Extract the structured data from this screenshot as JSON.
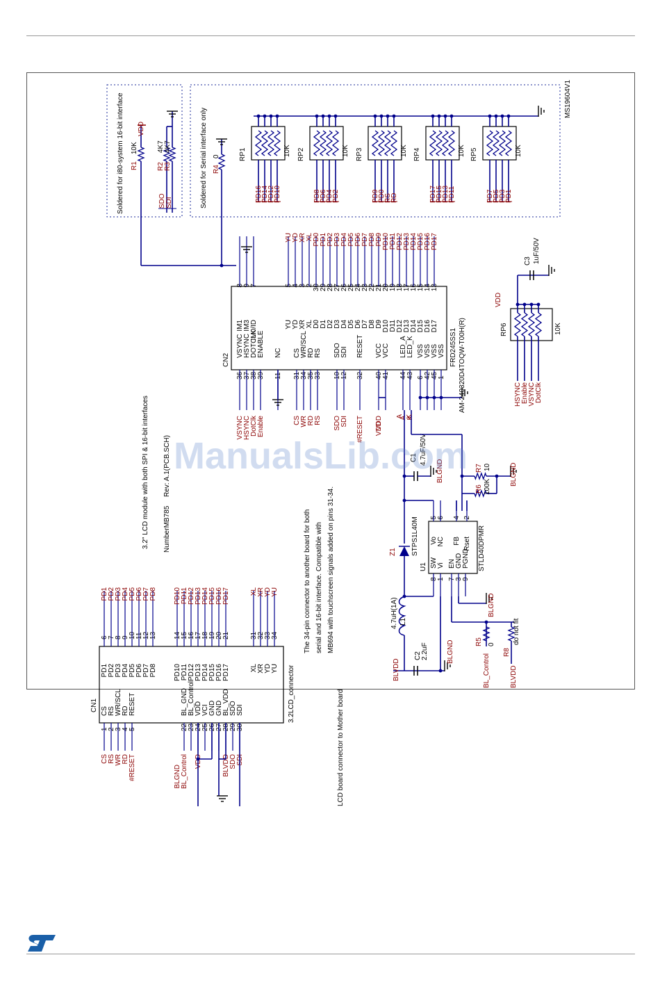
{
  "watermark": "ManualsLib.com",
  "title": "3.2\" LCD module with both SPI & 16-bit interfaces",
  "number": "NumberMB785",
  "rev": "Rev: A.1(PCB.SCH)",
  "ref_id": "MS19604V1",
  "note_i80": "Soldered for i80-system 16-bit interface",
  "note_serial": "Soldered for Serial interface only",
  "note_34pin": [
    "The 34-pin connector to another board for both",
    "serial and 16-bit interface.  Compatible with",
    "MB694 with touchscreen signals added on pins 31-34."
  ],
  "note_lcd_board": "LCD board connector to Mother board",
  "cn1": {
    "ref": "CN1",
    "name": "3.2LCD_connector",
    "left_pins": [
      [
        "CS",
        "1",
        "CS"
      ],
      [
        "RS",
        "2",
        "RS"
      ],
      [
        "WR",
        "3",
        "WR/SCL"
      ],
      [
        "RD",
        "4",
        "RD"
      ],
      [
        "#RESET",
        "5",
        "RESET"
      ],
      [
        "BL_Control",
        "22",
        "BL_GND"
      ],
      [
        "",
        "23",
        "BL_Control"
      ],
      [
        "VDD",
        "24",
        "VDD"
      ],
      [
        "",
        "25",
        "VCI"
      ],
      [
        "",
        "26",
        "GND"
      ],
      [
        "",
        "27",
        "GND"
      ],
      [
        "BLVDD",
        "28",
        "BL_VDD"
      ],
      [
        "SDO",
        "29",
        "SDO"
      ],
      [
        "SDI",
        "30",
        "SDI"
      ]
    ],
    "right_pins": [
      [
        "PD1",
        "6"
      ],
      [
        "PD2",
        "7"
      ],
      [
        "PD3",
        "8"
      ],
      [
        "PD4",
        "9"
      ],
      [
        "PD5",
        "10"
      ],
      [
        "PD6",
        "11"
      ],
      [
        "PD7",
        "12"
      ],
      [
        "PD8",
        "13"
      ],
      [
        "PD10",
        "14"
      ],
      [
        "PD11",
        "15"
      ],
      [
        "PD12",
        "16"
      ],
      [
        "PD13",
        "17"
      ],
      [
        "PD14",
        "18"
      ],
      [
        "PD15",
        "19"
      ],
      [
        "PD16",
        "20"
      ],
      [
        "PD17",
        "21"
      ],
      [
        "XL",
        "31"
      ],
      [
        "XR",
        "32"
      ],
      [
        "YD",
        "33"
      ],
      [
        "YU",
        "34"
      ]
    ],
    "blgnd": "BLGND"
  },
  "cn2": {
    "ref": "CN2",
    "part1": "FRD245SS1",
    "part2": "AM-240320D4TOQW-T00H(R)",
    "left_pins": [
      [
        "VSYNC",
        "36",
        "VSYNC"
      ],
      [
        "HSYNC",
        "37",
        "HSYNC"
      ],
      [
        "DotClk",
        "38",
        "DOTCLK"
      ],
      [
        "Enable",
        "39",
        "ENABLE"
      ],
      [
        "",
        "11",
        "NC"
      ],
      [
        "CS",
        "31",
        "CS"
      ],
      [
        "WR",
        "34",
        "WR/SCL"
      ],
      [
        "RD",
        "35",
        "RD"
      ],
      [
        "RS",
        "33",
        "RS"
      ],
      [
        "SDO",
        "10",
        "SDO"
      ],
      [
        "SDI",
        "12",
        "SDI"
      ],
      [
        "#RESET",
        "32",
        "RESET"
      ],
      [
        "VDD",
        "40",
        "VCC"
      ],
      [
        "",
        "41",
        "VCC"
      ],
      [
        "A",
        "44",
        "LED_A"
      ],
      [
        "K",
        "43",
        "LED_K"
      ],
      [
        "",
        "6",
        "VSS"
      ],
      [
        "",
        "42",
        "VSS"
      ],
      [
        "",
        "45",
        "VSS"
      ],
      [
        "",
        "1",
        "VSS"
      ]
    ],
    "right_pins": [
      [
        "",
        "8",
        "IM1"
      ],
      [
        "",
        "9",
        "IM3"
      ],
      [
        "",
        "7",
        "IM0/ID"
      ],
      [
        "YU",
        "5",
        "YU"
      ],
      [
        "YD",
        "4",
        "YD"
      ],
      [
        "XR",
        "3",
        "XR"
      ],
      [
        "XL",
        "2",
        "XL"
      ],
      [
        "PD0",
        "30",
        "D0"
      ],
      [
        "PD1",
        "29",
        "D1"
      ],
      [
        "PD2",
        "28",
        "D2"
      ],
      [
        "PD3",
        "27",
        "D3"
      ],
      [
        "PD4",
        "26",
        "D4"
      ],
      [
        "PD5",
        "25",
        "D5"
      ],
      [
        "PD6",
        "24",
        "D6"
      ],
      [
        "PD7",
        "23",
        "D7"
      ],
      [
        "PD8",
        "22",
        "D8"
      ],
      [
        "PD9",
        "21",
        "D9"
      ],
      [
        "PD10",
        "20",
        "D10"
      ],
      [
        "PD11",
        "19",
        "D11"
      ],
      [
        "PD12",
        "18",
        "D12"
      ],
      [
        "PD13",
        "17",
        "D13"
      ],
      [
        "PD14",
        "16",
        "D14"
      ],
      [
        "PD15",
        "15",
        "D15"
      ],
      [
        "PD16",
        "14",
        "D16"
      ],
      [
        "PD17",
        "13",
        "D17"
      ]
    ]
  },
  "rpacks": [
    {
      "ref": "RP1",
      "val": "10K",
      "nets": [
        "PD16",
        "PD14",
        "PD12",
        "PD10"
      ]
    },
    {
      "ref": "RP2",
      "val": "10K",
      "nets": [
        "PD8",
        "PD6",
        "PD4",
        "PD2"
      ]
    },
    {
      "ref": "RP3",
      "val": "10K",
      "nets": [
        "PD9",
        "PD0",
        "RS",
        "RD"
      ]
    },
    {
      "ref": "RP4",
      "val": "10K",
      "nets": [
        "PD17",
        "PD15",
        "PD13",
        "PD11"
      ]
    },
    {
      "ref": "RP5",
      "val": "10K",
      "nets": [
        "PD7",
        "PD5",
        "PD3",
        "PD1"
      ]
    }
  ],
  "rp6": {
    "ref": "RP6",
    "val": "10K",
    "nets": [
      "HSYNC",
      "Enable",
      "VSYNC",
      "DotClk"
    ],
    "vdd": "VDD"
  },
  "c3": {
    "ref": "C3",
    "val": "1uF/50V"
  },
  "r1": {
    "ref": "R1",
    "val": "10K",
    "net": "VDD"
  },
  "r2": {
    "ref": "R2",
    "val": "4K7"
  },
  "r3": {
    "ref": "R3",
    "val": "4K7"
  },
  "r4": {
    "ref": "R4",
    "val": "0"
  },
  "sdo": "SDO",
  "sdi": "SDI",
  "u1": {
    "ref": "U1",
    "part": "STLD40DPMR",
    "pins_l": [
      [
        "8",
        "SW"
      ],
      [
        "1",
        "Vi"
      ],
      [
        "7",
        "EN"
      ],
      [
        "3",
        "GND"
      ],
      [
        "9",
        "PGND"
      ]
    ],
    "pins_r": [
      [
        "5",
        "Vo"
      ],
      [
        "6",
        "NC"
      ],
      [
        "4",
        "FB"
      ],
      [
        "2",
        "Rset"
      ]
    ]
  },
  "z1": {
    "ref": "Z1",
    "part": "STPS1L40M"
  },
  "l1": {
    "ref": "L1",
    "val": "4.7uH(1A)"
  },
  "c1": {
    "ref": "C1",
    "val": "4.7uF/50V"
  },
  "c2": {
    "ref": "C2",
    "val": "2.2uF"
  },
  "r5": {
    "ref": "R5",
    "val": "0",
    "net": "BL_Control"
  },
  "r6": {
    "ref": "R6",
    "val": "100K"
  },
  "r7": {
    "ref": "R7",
    "val": "10"
  },
  "r8": {
    "ref": "R8",
    "val": "do not fit",
    "net": "BLVDD"
  },
  "blvdd": "BLVDD",
  "blgnd": "BLGND",
  "a_net": "A",
  "k_net": "K"
}
